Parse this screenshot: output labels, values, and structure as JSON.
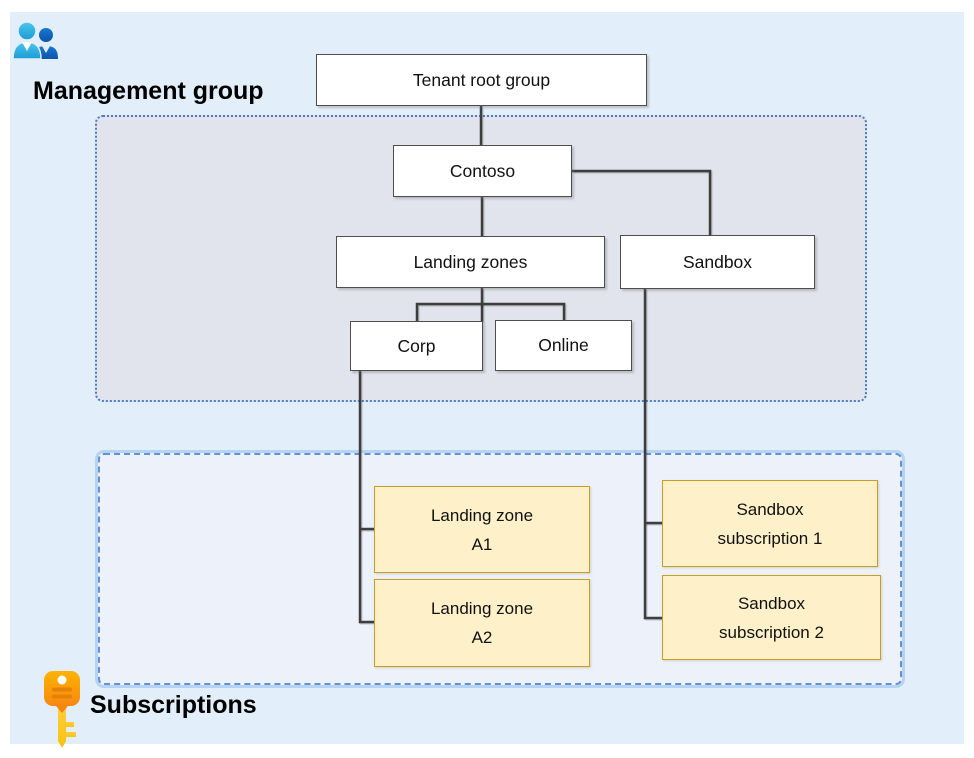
{
  "sections": {
    "management_group": {
      "label": "Management group",
      "icon": "people-icon",
      "fill": "#E1E4EC",
      "border_color": "#4A7CC7"
    },
    "subscriptions": {
      "label": "Subscriptions",
      "icon": "key-icon",
      "fill": "#EDF1FA",
      "border_color": "#6293CE"
    }
  },
  "nodes": {
    "tenant_root": {
      "label": "Tenant root group"
    },
    "contoso": {
      "label": "Contoso"
    },
    "landing_zones": {
      "label": "Landing zones"
    },
    "sandbox": {
      "label": "Sandbox"
    },
    "corp": {
      "label": "Corp"
    },
    "online": {
      "label": "Online"
    },
    "landing_zone_a1": {
      "line1": "Landing zone",
      "line2": "A1"
    },
    "landing_zone_a2": {
      "line1": "Landing zone",
      "line2": "A2"
    },
    "sandbox_sub_1": {
      "line1": "Sandbox",
      "line2": "subscription 1"
    },
    "sandbox_sub_2": {
      "line1": "Sandbox",
      "line2": "subscription 2"
    }
  },
  "edges": [
    {
      "from": "tenant_root",
      "to": "contoso"
    },
    {
      "from": "contoso",
      "to": "landing_zones"
    },
    {
      "from": "contoso",
      "to": "sandbox"
    },
    {
      "from": "landing_zones",
      "to": "corp"
    },
    {
      "from": "landing_zones",
      "to": "online"
    },
    {
      "from": "corp",
      "to": "landing_zone_a1"
    },
    {
      "from": "corp",
      "to": "landing_zone_a2"
    },
    {
      "from": "sandbox",
      "to": "sandbox_sub_1"
    },
    {
      "from": "sandbox",
      "to": "sandbox_sub_2"
    }
  ],
  "colors": {
    "panel_background": "#E2EEF9",
    "subscription_fill": "#FEF0C8",
    "subscription_border": "#C79F26",
    "node_border": "#4D4D4D",
    "connector": "#3E3E3E"
  }
}
